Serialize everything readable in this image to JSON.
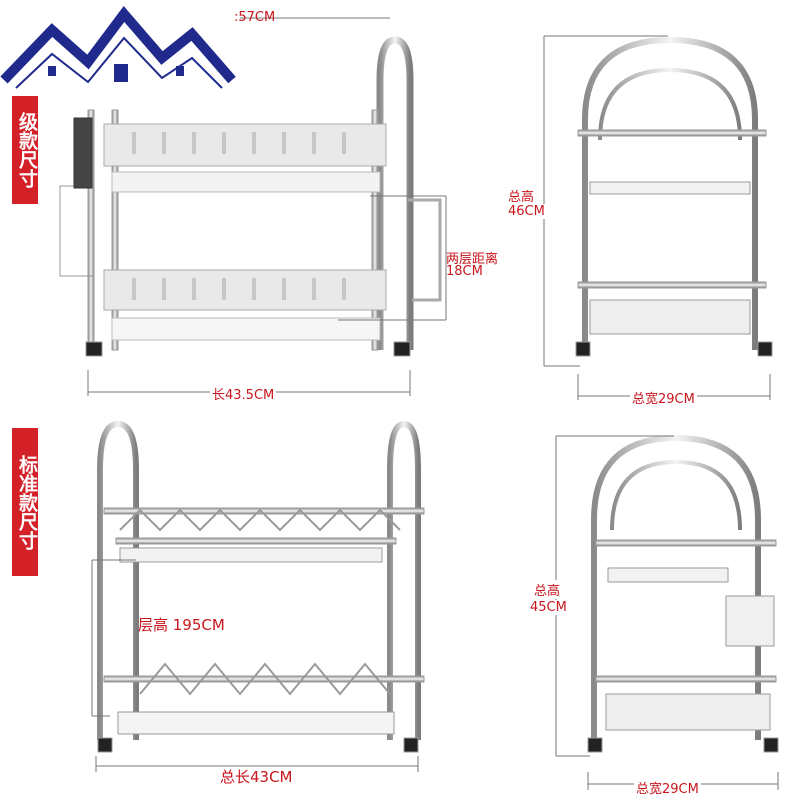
{
  "upgrade_label": "级款尺寸",
  "standard_label": "标准款尺寸",
  "top_rack": {
    "height_fragment": ":57CM",
    "layer_gap_label": "两层距离",
    "layer_gap_value": "18CM",
    "length_label": "长43.5CM"
  },
  "top_side": {
    "total_height_label": "总高",
    "total_height_value": "46CM",
    "total_width_label": "总宽29CM"
  },
  "bottom_rack": {
    "layer_height_label": "层高 195CM",
    "total_length_label": "总长43CM"
  },
  "bottom_side": {
    "total_height_label": "总高",
    "total_height_value": "45CM",
    "total_width_label": "总宽29CM"
  },
  "colors": {
    "accent": "#d42027",
    "text_red": "#c8161d",
    "logo_blue": "#1f2a8c"
  }
}
